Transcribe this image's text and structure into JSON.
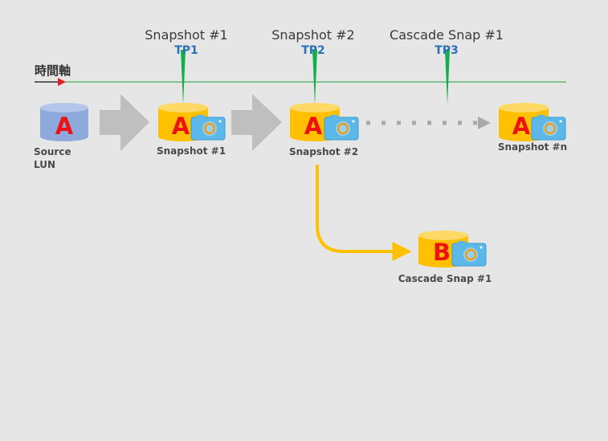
{
  "axis": {
    "label": "時間軸"
  },
  "timepoints": [
    {
      "title": "Snapshot #1",
      "code": "TP1"
    },
    {
      "title": "Snapshot #2",
      "code": "TP2"
    },
    {
      "title": "Cascade Snap #1",
      "code": "TP3"
    }
  ],
  "source": {
    "letter": "A",
    "line1": "Source",
    "line2": "LUN"
  },
  "snapshots": [
    {
      "letter": "A",
      "caption": "Snapshot #1"
    },
    {
      "letter": "A",
      "caption": "Snapshot #2"
    },
    {
      "letter": "A",
      "caption": "Snapshot #n"
    }
  ],
  "cascade": {
    "letter": "B",
    "caption": "Cascade Snap #1"
  },
  "icons": {
    "camera": "camera-icon",
    "disk": "database-cylinder-icon"
  },
  "colors": {
    "background": "#e6e6e6",
    "timeline": "#1e9e3a",
    "marker": "#11b04a",
    "axis_arrow": "#e02020",
    "source_disk": "#8ea9dc",
    "snapshot_disk": "#ffc000",
    "letter": "#ee1111",
    "camera": "#5bb8e8",
    "flow_arrow": "#bfbfbf",
    "cascade_link": "#ffc000"
  }
}
